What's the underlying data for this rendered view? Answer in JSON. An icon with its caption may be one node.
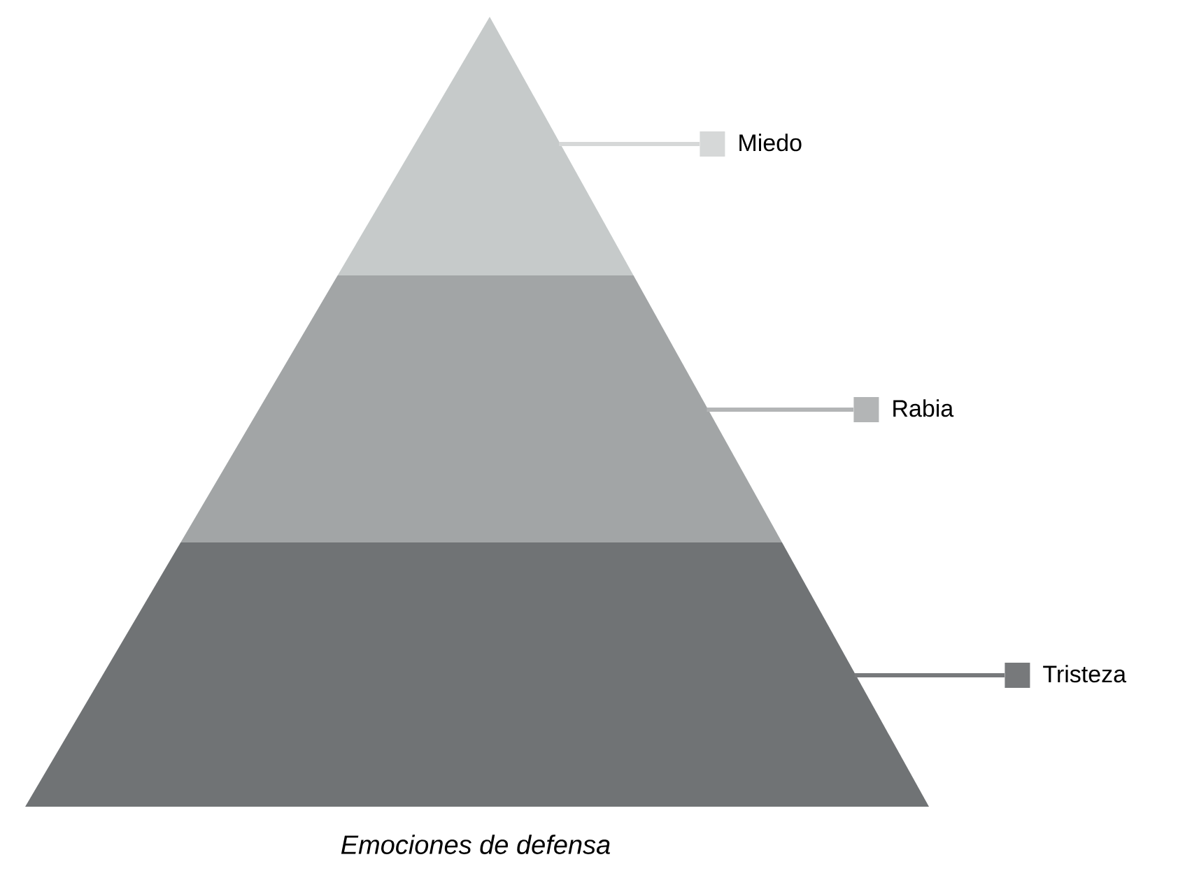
{
  "diagram": {
    "caption": "Emociones de defensa",
    "nodes": [
      {
        "text": [],
        "shape": "trapezoid"
      },
      {
        "text": [],
        "shape": "trapezoid"
      },
      {
        "text": [],
        "shape": "trapezoid"
      },
      {
        "text": [
          "Miedo"
        ]
      },
      {
        "text": [
          "Rabia"
        ]
      },
      {
        "text": [
          "Tristeza"
        ]
      }
    ],
    "edges": [
      {
        "from": 0,
        "to": 3,
        "arrow": "none",
        "color": "#d6d8d8"
      },
      {
        "from": 1,
        "to": 4,
        "arrow": "none",
        "color": "#b3b5b6"
      },
      {
        "from": 2,
        "to": 5,
        "arrow": "none",
        "color": "#77797b"
      }
    ]
  }
}
